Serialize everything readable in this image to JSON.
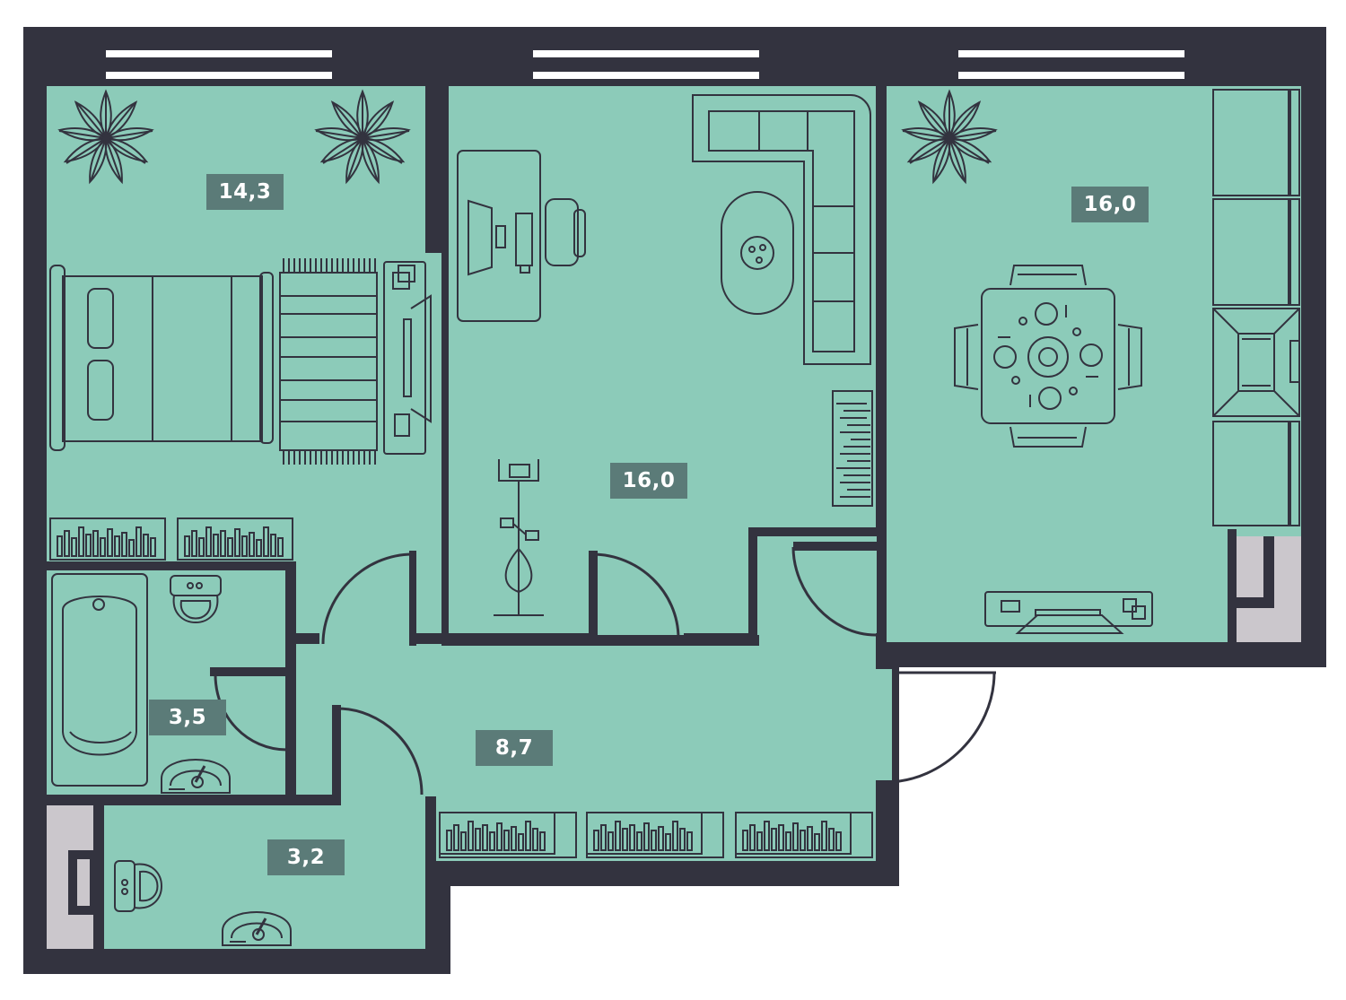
{
  "colors": {
    "wall": "#33333f",
    "floor": "#8ccbb9",
    "line": "#33333f",
    "tag": "#5b7b78",
    "tag_text": "#ffffff",
    "shaft": "#cbc7cc",
    "window": "#ffffff"
  },
  "rooms": [
    {
      "id": "bedroom",
      "area": "14,3"
    },
    {
      "id": "living",
      "area": "16,0"
    },
    {
      "id": "kitchen",
      "area": "16,0"
    },
    {
      "id": "bathroom",
      "area": "3,5"
    },
    {
      "id": "hall",
      "area": "8,7"
    },
    {
      "id": "toilet",
      "area": "3,2"
    }
  ],
  "icons": [
    "plant-icon",
    "bed-icon",
    "rug-icon",
    "desk-icon",
    "sofa-icon",
    "coffee-table-icon",
    "radiator-icon",
    "exercise-bike-icon",
    "dining-table-icon",
    "kitchen-unit-icon",
    "tv-stand-icon",
    "bathtub-icon",
    "toilet-icon",
    "sink-icon",
    "door-icon",
    "window-icon",
    "shaft-icon"
  ]
}
